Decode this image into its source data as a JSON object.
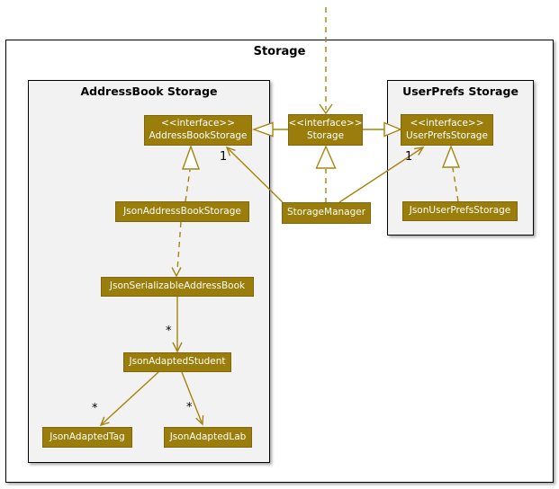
{
  "diagram": {
    "title": "Storage",
    "groups": [
      {
        "id": "addressbook-storage",
        "title": "AddressBook Storage"
      },
      {
        "id": "userprefs-storage",
        "title": "UserPrefs Storage"
      }
    ],
    "nodes": [
      {
        "id": "iface-addressbookstorage",
        "stereotype": "<<interface>>",
        "label": "AddressBookStorage"
      },
      {
        "id": "iface-storage",
        "stereotype": "<<interface>>",
        "label": "Storage"
      },
      {
        "id": "iface-userprefsstorage",
        "stereotype": "<<interface>>",
        "label": "UserPrefsStorage"
      },
      {
        "id": "json-addressbook-storage",
        "label": "JsonAddressBookStorage"
      },
      {
        "id": "storage-manager",
        "label": "StorageManager"
      },
      {
        "id": "json-userprefs-storage",
        "label": "JsonUserPrefsStorage"
      },
      {
        "id": "json-serializable-addressbook",
        "label": "JsonSerializableAddressBook"
      },
      {
        "id": "json-adapted-student",
        "label": "JsonAdaptedStudent"
      },
      {
        "id": "json-adapted-tag",
        "label": "JsonAdaptedTag"
      },
      {
        "id": "json-adapted-lab",
        "label": "JsonAdaptedLab"
      }
    ],
    "multiplicities": [
      {
        "id": "storagemanager-addressbookstorage",
        "text": "1"
      },
      {
        "id": "storagemanager-userprefsstorage",
        "text": "1"
      },
      {
        "id": "serializable-student",
        "text": "*"
      },
      {
        "id": "student-tag",
        "text": "*"
      },
      {
        "id": "student-lab",
        "text": "*"
      }
    ],
    "relationships": [
      {
        "to": "Storage",
        "type": "incoming dashed dependency from outside frame"
      },
      {
        "from": "Storage",
        "to": "AddressBookStorage",
        "type": "extends"
      },
      {
        "from": "Storage",
        "to": "UserPrefsStorage",
        "type": "extends"
      },
      {
        "from": "StorageManager",
        "to": "Storage",
        "type": "implements"
      },
      {
        "from": "StorageManager",
        "to": "AddressBookStorage",
        "type": "association",
        "multiplicity": "1"
      },
      {
        "from": "StorageManager",
        "to": "UserPrefsStorage",
        "type": "association",
        "multiplicity": "1"
      },
      {
        "from": "JsonAddressBookStorage",
        "to": "AddressBookStorage",
        "type": "implements"
      },
      {
        "from": "JsonUserPrefsStorage",
        "to": "UserPrefsStorage",
        "type": "implements"
      },
      {
        "from": "JsonAddressBookStorage",
        "to": "JsonSerializableAddressBook",
        "type": "dependency"
      },
      {
        "from": "JsonSerializableAddressBook",
        "to": "JsonAdaptedStudent",
        "type": "association",
        "multiplicity": "*"
      },
      {
        "from": "JsonAdaptedStudent",
        "to": "JsonAdaptedTag",
        "type": "association",
        "multiplicity": "*"
      },
      {
        "from": "JsonAdaptedStudent",
        "to": "JsonAdaptedLab",
        "type": "association",
        "multiplicity": "*"
      }
    ],
    "colors": {
      "node_fill": "#9A7D0A",
      "node_border": "#7d660b",
      "node_text": "#FFFFFF",
      "edge": "#A5850F",
      "group_fill": "#F2F2F2",
      "frame_border": "#000000"
    }
  }
}
